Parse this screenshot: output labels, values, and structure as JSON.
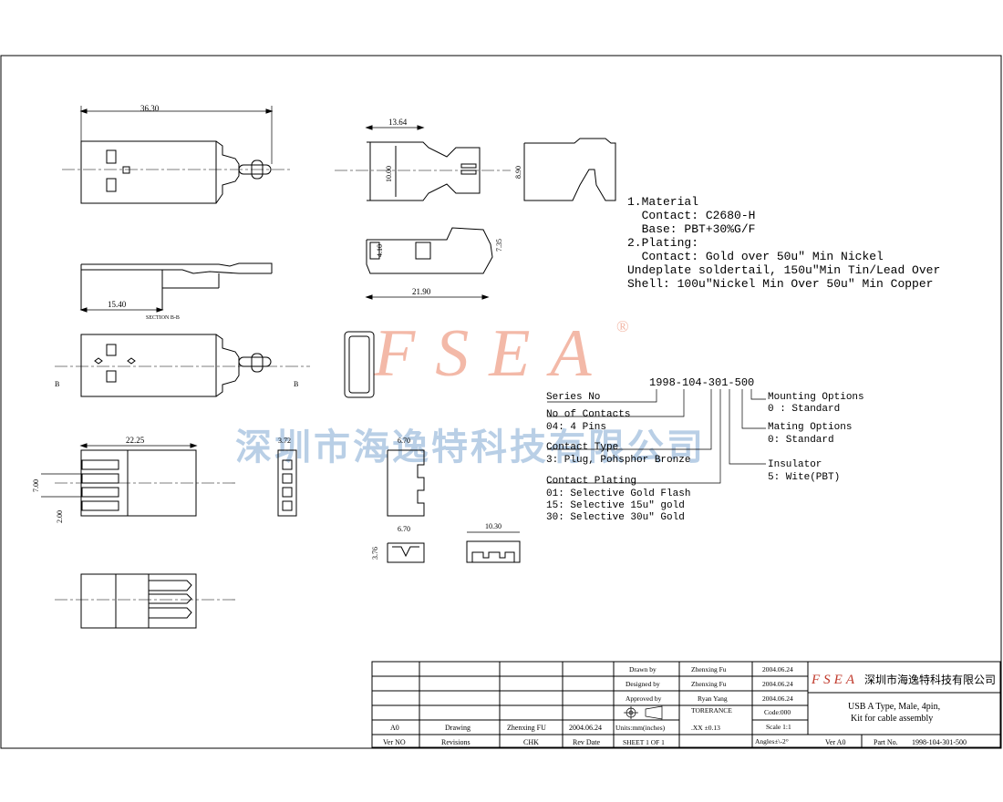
{
  "dimensions": {
    "overall_length": "36.30",
    "side_length": "15.40",
    "section_label": "SECTION B-B",
    "section_mark": "B",
    "top_width": "13.64",
    "top_height": "10.00",
    "end_height": "8.90",
    "side_height": "4.10",
    "side_height2": "7.35",
    "side_length2": "21.90",
    "width_22": "22.25",
    "height_7": "7.00",
    "pitch": "2.00",
    "thick": "3.72",
    "insul_w": "6.70",
    "insul_w2": "6.70",
    "insul_h": "3.76",
    "housing_w": "10.30"
  },
  "notes": {
    "lines": [
      "1.Material",
      "  Contact: C2680-H",
      "  Base: PBT+30%G/F",
      "2.Plating:",
      "  Contact: Gold over 50u\" Min Nickel",
      "Undeplate soldertail, 150u\"Min Tin/Lead Over",
      "Shell: 100u\"Nickel Min Over 50u\" Min Copper"
    ]
  },
  "part_code": {
    "number": "1998-104-301-500",
    "series_label": "Series No",
    "contacts_label": "No of Contacts",
    "contacts_value": "04: 4 Pins",
    "type_label": "Contact Type",
    "type_value": "3: Plug, Pohsphor Bronze",
    "plating_label": "Contact Plating",
    "plating_values": [
      "01: Selective Gold Flash",
      "15: Selective 15u\" gold",
      "30: Selective 30u\" Gold"
    ],
    "mounting_label": "Mounting Options",
    "mounting_value": "0 : Standard",
    "mating_label": "Mating Options",
    "mating_value": "0: Standard",
    "insulator_label": "Insulator",
    "insulator_value": "5: Wite(PBT)"
  },
  "watermark": {
    "brand": "FSEA",
    "registered": "®",
    "company": "深圳市海逸特科技有限公司"
  },
  "title_block": {
    "rev_row": {
      "ver": "A0",
      "rev": "Drawing",
      "chk": "Zhenxing FU",
      "date": "2004.06.24"
    },
    "headers": {
      "ver": "Ver NO",
      "rev": "Revisions",
      "chk": "CHK",
      "date": "Rev Date"
    },
    "drawn_label": "Drawn  by",
    "drawn_name": "Zhenxing Fu",
    "drawn_date": "2004.06.24",
    "designed_label": "Designed by",
    "designed_name": "Zhenxing Fu",
    "designed_date": "2004.06.24",
    "approved_label": "Approved by",
    "approved_name": "Ryan Yang",
    "approved_date": "2004.06.24",
    "tolerance_label": "TORERANCE",
    "code": "Code:000",
    "units": "Units:mm(inches)",
    "tolerance_value": ".XX  ±0.13",
    "scale": "Scale 1:1",
    "sheet": "SHEET 1 OF 1",
    "angles": "Angles±\\-2°",
    "brand": "FSEA",
    "company": "深圳市海逸特科技有限公司",
    "title_line1": "USB A Type, Male, 4pin,",
    "title_line2": "Kit for cable assembly",
    "ver_label": "Ver A0",
    "part_label": "Part No.",
    "part_no": "1998-104-301-500"
  }
}
